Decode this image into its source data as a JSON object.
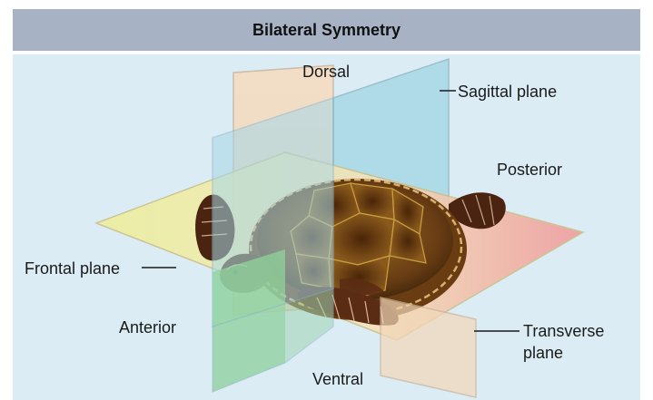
{
  "header": {
    "title": "Bilateral Symmetry"
  },
  "diagram": {
    "subject_icon": "sea-turtle-icon",
    "labels": {
      "dorsal": "Dorsal",
      "sagittal_plane": "Sagittal plane",
      "posterior": "Posterior",
      "frontal_plane": "Frontal plane",
      "anterior": "Anterior",
      "transverse_plane_line1": "Transverse",
      "transverse_plane_line2": "plane",
      "ventral": "Ventral"
    },
    "colors": {
      "header_bg": "#a7b3c4",
      "panel_bg": "#dcecf4",
      "sagittal_plane": "#9fd3e4",
      "frontal_plane_anterior": "#eef09a",
      "frontal_plane_posterior": "#f0a0a0",
      "transverse_plane": "#f2d8b8",
      "ventral_region": "#8fd39a"
    }
  }
}
